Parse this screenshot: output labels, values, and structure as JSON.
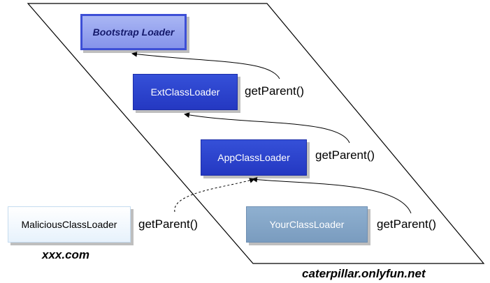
{
  "nodes": {
    "bootstrap": "Bootstrap Loader",
    "ext": "ExtClassLoader",
    "app": "AppClassLoader",
    "malicious": "MaliciousClassLoader",
    "your": "YourClassLoader"
  },
  "edges": {
    "ext_to_bootstrap": "getParent()",
    "app_to_ext": "getParent()",
    "malicious_to_app": "getParent()",
    "your_to_app": "getParent()"
  },
  "sites": {
    "xxx": "xxx.com",
    "caterpillar": "caterpillar.onlyfun.net"
  }
}
